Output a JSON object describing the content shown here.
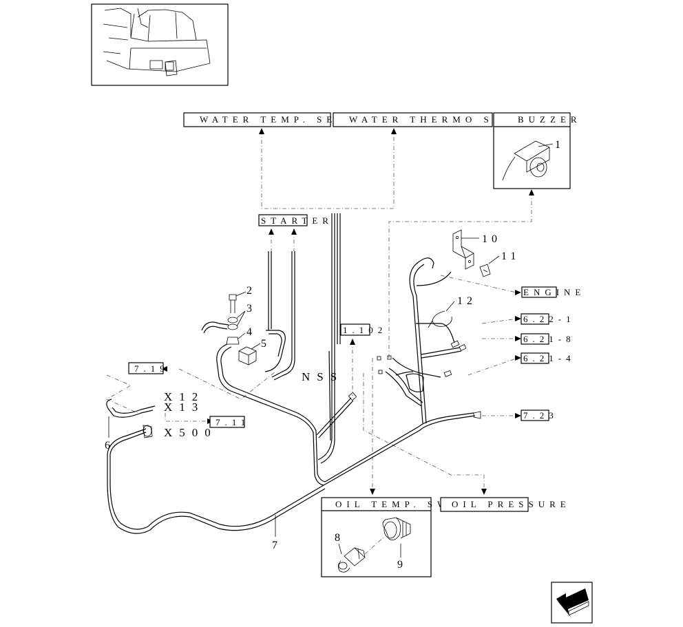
{
  "boxes": {
    "water_temp": "WATER TEMP. SENDER",
    "water_thermo": "WATER THERMO SWITCH",
    "buzzer": "BUZZER",
    "starter": "STARTER",
    "engine": "ENGINE",
    "oil_temp": "OIL TEMP. SWITCH",
    "oil_pressure": "OIL PRESSURE",
    "ref_1_102": "1.102",
    "ref_7_19": "7.19",
    "ref_7_11": "7.11",
    "ref_6_22_1": "6.22-1",
    "ref_6_21_8": "6.21-8",
    "ref_6_21_4": "6.21-4",
    "ref_7_23": "7.23"
  },
  "callouts": {
    "c1": "1",
    "c2": "2",
    "c3": "3",
    "c4": "4",
    "c5": "5",
    "c6": "6",
    "c7": "7",
    "c8": "8",
    "c9": "9",
    "c10": "10",
    "c11": "11",
    "c12": "12"
  },
  "labels": {
    "x12": "X12",
    "x13": "X13",
    "x500": "X500",
    "nss": "NSS"
  },
  "icons": {
    "nav": "next-page-arrow-icon",
    "thumb": "tractor-location-thumbnail"
  }
}
